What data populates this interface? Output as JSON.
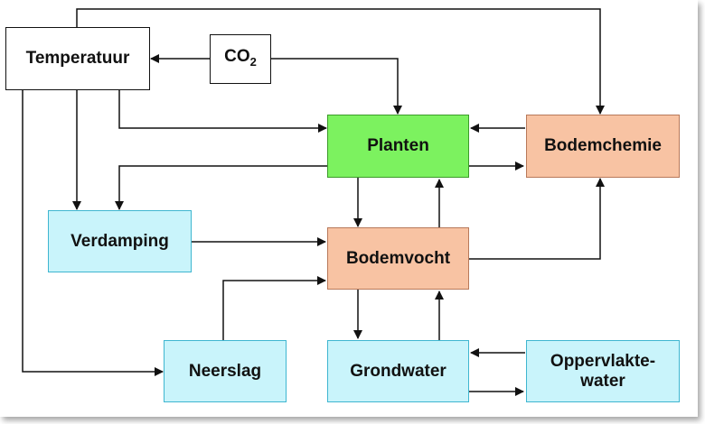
{
  "diagram": {
    "nodes": {
      "temperatuur": "Temperatuur",
      "co2_base": "CO",
      "co2_sub": "2",
      "planten": "Planten",
      "bodemchemie": "Bodemchemie",
      "verdamping": "Verdamping",
      "bodemvocht": "Bodemvocht",
      "neerslag": "Neerslag",
      "grondwater": "Grondwater",
      "oppervlaktewater_line1": "Oppervlakte-",
      "oppervlaktewater_line2": "water"
    },
    "colors": {
      "plants": "#7cf25f",
      "soil": "#f8c3a3",
      "water": "#c9f4fb",
      "neutral": "#ffffff",
      "arrow": "#111111"
    }
  }
}
